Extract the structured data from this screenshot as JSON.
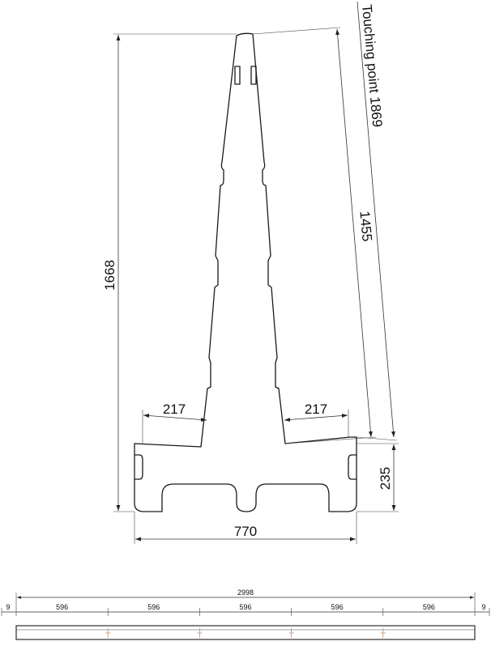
{
  "stand": {
    "height": "1668",
    "width": "770",
    "base_height": "235",
    "arm_left": "217",
    "arm_right": "217",
    "side_length": "1455",
    "touching_point": "Touching point  1869"
  },
  "beam": {
    "total": "2998",
    "end_left": "9",
    "end_right": "9",
    "segments": [
      "596",
      "596",
      "596",
      "596",
      "596"
    ]
  }
}
